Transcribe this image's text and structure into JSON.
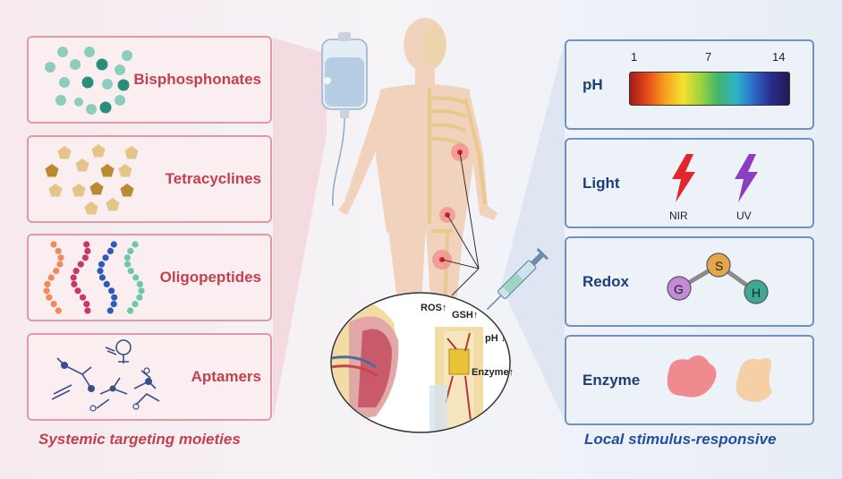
{
  "left_panels": [
    {
      "label": "Bisphosphonates"
    },
    {
      "label": "Tetracyclines"
    },
    {
      "label": "Oligopeptides"
    },
    {
      "label": "Aptamers"
    }
  ],
  "left_caption": "Systemic targeting moieties",
  "right_caption": "Local stimulus-responsive",
  "right_panels": {
    "ph": {
      "label": "pH",
      "ticks": [
        "1",
        "7",
        "14"
      ]
    },
    "light": {
      "label": "Light",
      "nir": "NIR",
      "uv": "UV"
    },
    "redox": {
      "label": "Redox",
      "g": "G",
      "s": "S",
      "h": "H"
    },
    "enzyme": {
      "label": "Enzyme"
    }
  },
  "inset": {
    "ros": "ROS",
    "gsh": "GSH",
    "ph": "pH",
    "enzyme": "Enzyme"
  },
  "colors": {
    "left_accent": "#c43f4f",
    "right_accent": "#1f3e77",
    "bisphosphonate": "#79c4b5",
    "tetracycline": "#c99b45",
    "peptide_orange": "#f08a5d",
    "peptide_pink": "#c7386a",
    "peptide_blue": "#2d5bb8",
    "peptide_teal": "#6ec7a9",
    "nir_bolt": "#e3262b",
    "uv_bolt": "#8b3fc0",
    "g_atom": "#c48ad8",
    "s_atom": "#e3a74a",
    "h_atom": "#3ea896"
  }
}
